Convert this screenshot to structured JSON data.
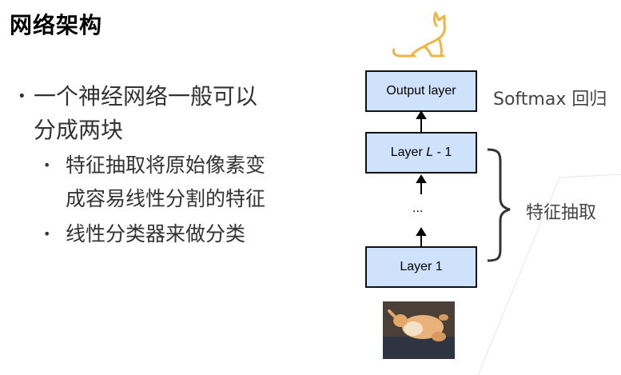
{
  "slide": {
    "title": "网络架构",
    "bullets": [
      {
        "text": "一个神经网络一般可以",
        "text2": "分成两块"
      },
      {
        "text": "特征抽取将原始像素变",
        "text2": "成容易线性分割的特征"
      },
      {
        "text": "线性分类器来做分类"
      }
    ]
  },
  "diagram": {
    "output_layer": "Output layer",
    "layer_l_prefix": "Layer ",
    "layer_l_var": "L",
    "layer_l_suffix": " - 1",
    "ellipsis": "...",
    "layer_1": "Layer 1",
    "softmax_label": "Softmax 回归",
    "feature_label": "特征抽取"
  },
  "colors": {
    "box_fill": "#cfe2fb",
    "cat_icon": "#f2b441",
    "brace": "#333333"
  }
}
